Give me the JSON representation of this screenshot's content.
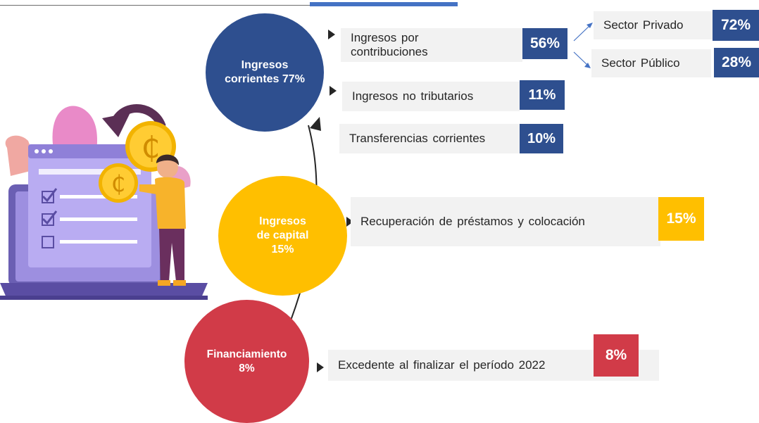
{
  "colors": {
    "blue": "#2e4f8f",
    "yellow": "#ffbf00",
    "red": "#d13b48",
    "accent": "#4472c4",
    "box_bg": "#f2f2f2"
  },
  "circles": {
    "corrientes": "Ingresos corrientes 77%",
    "capital": [
      "Ingresos",
      "de capital",
      "15%"
    ],
    "financiamiento": [
      "Financiamiento",
      "8%"
    ]
  },
  "items": {
    "contribuciones": {
      "label": [
        "Ingresos por",
        "contribuciones"
      ],
      "pct": "56%"
    },
    "no_tributarios": {
      "label": "Ingresos  no tributarios",
      "pct": "11%"
    },
    "transferencias": {
      "label": "Transferencias  corrientes",
      "pct": "10%"
    },
    "recuperacion": {
      "label": "Recuperación de préstamos y colocación",
      "pct": "15%"
    },
    "excedente": {
      "label": "Excedente al finalizar el período  2022",
      "pct": "8%"
    }
  },
  "sectors": {
    "privado": {
      "label": "Sector Privado",
      "pct": "72%"
    },
    "publico": {
      "label": "Sector Público",
      "pct": "28%"
    }
  },
  "illustration": {
    "icons": [
      "laptop-icon",
      "checklist-icon",
      "colon-coin-icon",
      "person-icon",
      "refresh-arrow-icon"
    ]
  }
}
